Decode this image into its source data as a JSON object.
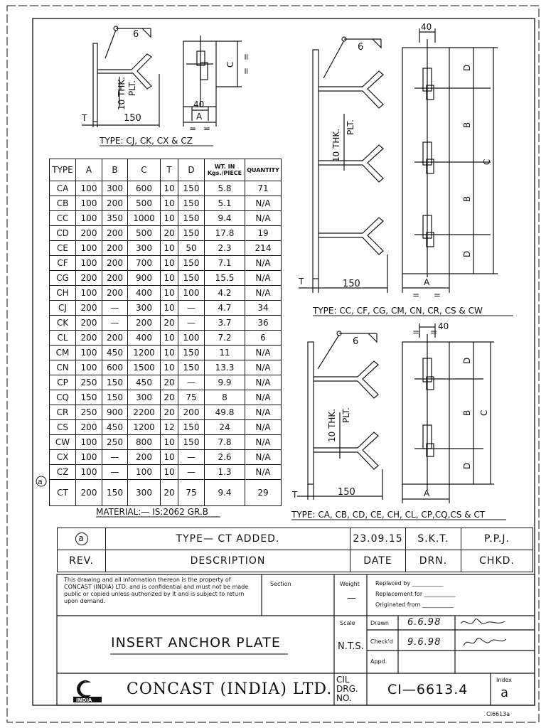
{
  "revision_marker": "a",
  "views": {
    "top_left": {
      "weld": "6",
      "plate_label_1": "10 THK.",
      "plate_label_2": "PLT.",
      "dim_t": "T",
      "dim_150": "150",
      "dim_40": "40",
      "dim_a": "A",
      "dim_c": "C",
      "eq": "=",
      "caption": "TYPE: CJ, CK, CX & CZ"
    },
    "top_right": {
      "weld": "6",
      "plate_label_1": "10 THK.",
      "plate_label_2": "PLT.",
      "dim_t": "T",
      "dim_150": "150",
      "dim_40": "40",
      "dim_a": "A",
      "dim_b": "B",
      "dim_c": "C",
      "dim_d": "D",
      "eq": "=",
      "caption": "TYPE: CC, CF, CG, CM, CN, CR, CS & CW"
    },
    "bottom_right": {
      "weld": "6",
      "plate_label_1": "10 THK.",
      "plate_label_2": "PLT.",
      "dim_t": "T",
      "dim_150": "150",
      "dim_40": "40",
      "dim_a": "A",
      "dim_b": "B",
      "dim_c": "C",
      "dim_d": "D",
      "eq": "=",
      "caption": "TYPE: CA, CB, CD, CE, CH, CL, CP,CQ,CS & CT"
    }
  },
  "spec_table": {
    "headers": [
      "TYPE",
      "A",
      "B",
      "C",
      "T",
      "D",
      "WT. IN Kgs./PIECE",
      "QUANTITY"
    ],
    "rows": [
      [
        "CA",
        "100",
        "300",
        "600",
        "10",
        "150",
        "5.8",
        "71"
      ],
      [
        "CB",
        "100",
        "200",
        "500",
        "10",
        "150",
        "5.1",
        "N/A"
      ],
      [
        "CC",
        "100",
        "350",
        "1000",
        "10",
        "150",
        "9.4",
        "N/A"
      ],
      [
        "CD",
        "200",
        "200",
        "500",
        "20",
        "150",
        "17.8",
        "19"
      ],
      [
        "CE",
        "100",
        "200",
        "300",
        "10",
        "50",
        "2.3",
        "214"
      ],
      [
        "CF",
        "100",
        "200",
        "700",
        "10",
        "150",
        "7.1",
        "N/A"
      ],
      [
        "CG",
        "200",
        "200",
        "900",
        "10",
        "150",
        "15.5",
        "N/A"
      ],
      [
        "CH",
        "100",
        "200",
        "400",
        "10",
        "100",
        "4.2",
        "N/A"
      ],
      [
        "CJ",
        "200",
        "—",
        "300",
        "10",
        "—",
        "4.7",
        "34"
      ],
      [
        "CK",
        "200",
        "—",
        "200",
        "20",
        "—",
        "3.7",
        "36"
      ],
      [
        "CL",
        "200",
        "200",
        "400",
        "10",
        "100",
        "7.2",
        "6"
      ],
      [
        "CM",
        "100",
        "450",
        "1200",
        "10",
        "150",
        "11",
        "N/A"
      ],
      [
        "CN",
        "100",
        "600",
        "1500",
        "10",
        "150",
        "13.3",
        "N/A"
      ],
      [
        "CP",
        "250",
        "150",
        "450",
        "20",
        "—",
        "9.9",
        "N/A"
      ],
      [
        "CQ",
        "150",
        "150",
        "300",
        "20",
        "75",
        "8",
        "N/A"
      ],
      [
        "CR",
        "250",
        "900",
        "2200",
        "20",
        "200",
        "49.8",
        "N/A"
      ],
      [
        "CS",
        "200",
        "450",
        "1200",
        "12",
        "150",
        "24",
        "N/A"
      ],
      [
        "CW",
        "100",
        "250",
        "800",
        "10",
        "150",
        "7.8",
        "N/A"
      ],
      [
        "CX",
        "100",
        "—",
        "200",
        "10",
        "—",
        "2.6",
        "N/A"
      ],
      [
        "CZ",
        "100",
        "—",
        "100",
        "10",
        "—",
        "1.3",
        "N/A"
      ],
      [
        "CT",
        "200",
        "150",
        "300",
        "20",
        "75",
        "9.4",
        "29"
      ]
    ],
    "material": "MATERIAL:— IS:2062 GR.B"
  },
  "revision": {
    "rev": "a",
    "description": "TYPE— CT ADDED.",
    "date": "23.09.15",
    "drn": "S.K.T.",
    "chkd": "P.P.J.",
    "headers": [
      "REV.",
      "DESCRIPTION",
      "DATE",
      "DRN.",
      "CHKD."
    ]
  },
  "title_block": {
    "notice": "This drawing and all information thereon is the property of CONCAST (INDIA) LTD. and is confidential and must not be made public or copied unless authorized by it and is subject to return upon demand.",
    "section_label": "Section",
    "weight_label": "Weight",
    "weight_value": "—",
    "replaced_by": "Replaced by ___________",
    "replacement_for": "Replacement for ___________",
    "originated_from": "Originated from ___________",
    "title": "INSERT ANCHOR PLATE",
    "scale_label": "Scale",
    "scale_value": "N.T.S.",
    "drawn_label": "Drawn",
    "drawn_date": "6.6.98",
    "checked_label": "Check'd",
    "checked_date": "9.6.98",
    "appd_label": "Appd.",
    "company": "CONCAST (INDIA) LTD.",
    "logo_text": "INDIA",
    "cil_label": "CIL DRG. NO.",
    "drawing_no": "CI—6613.4",
    "index_label": "Index",
    "index_value": "a",
    "corner_ref": "CI6613a"
  }
}
